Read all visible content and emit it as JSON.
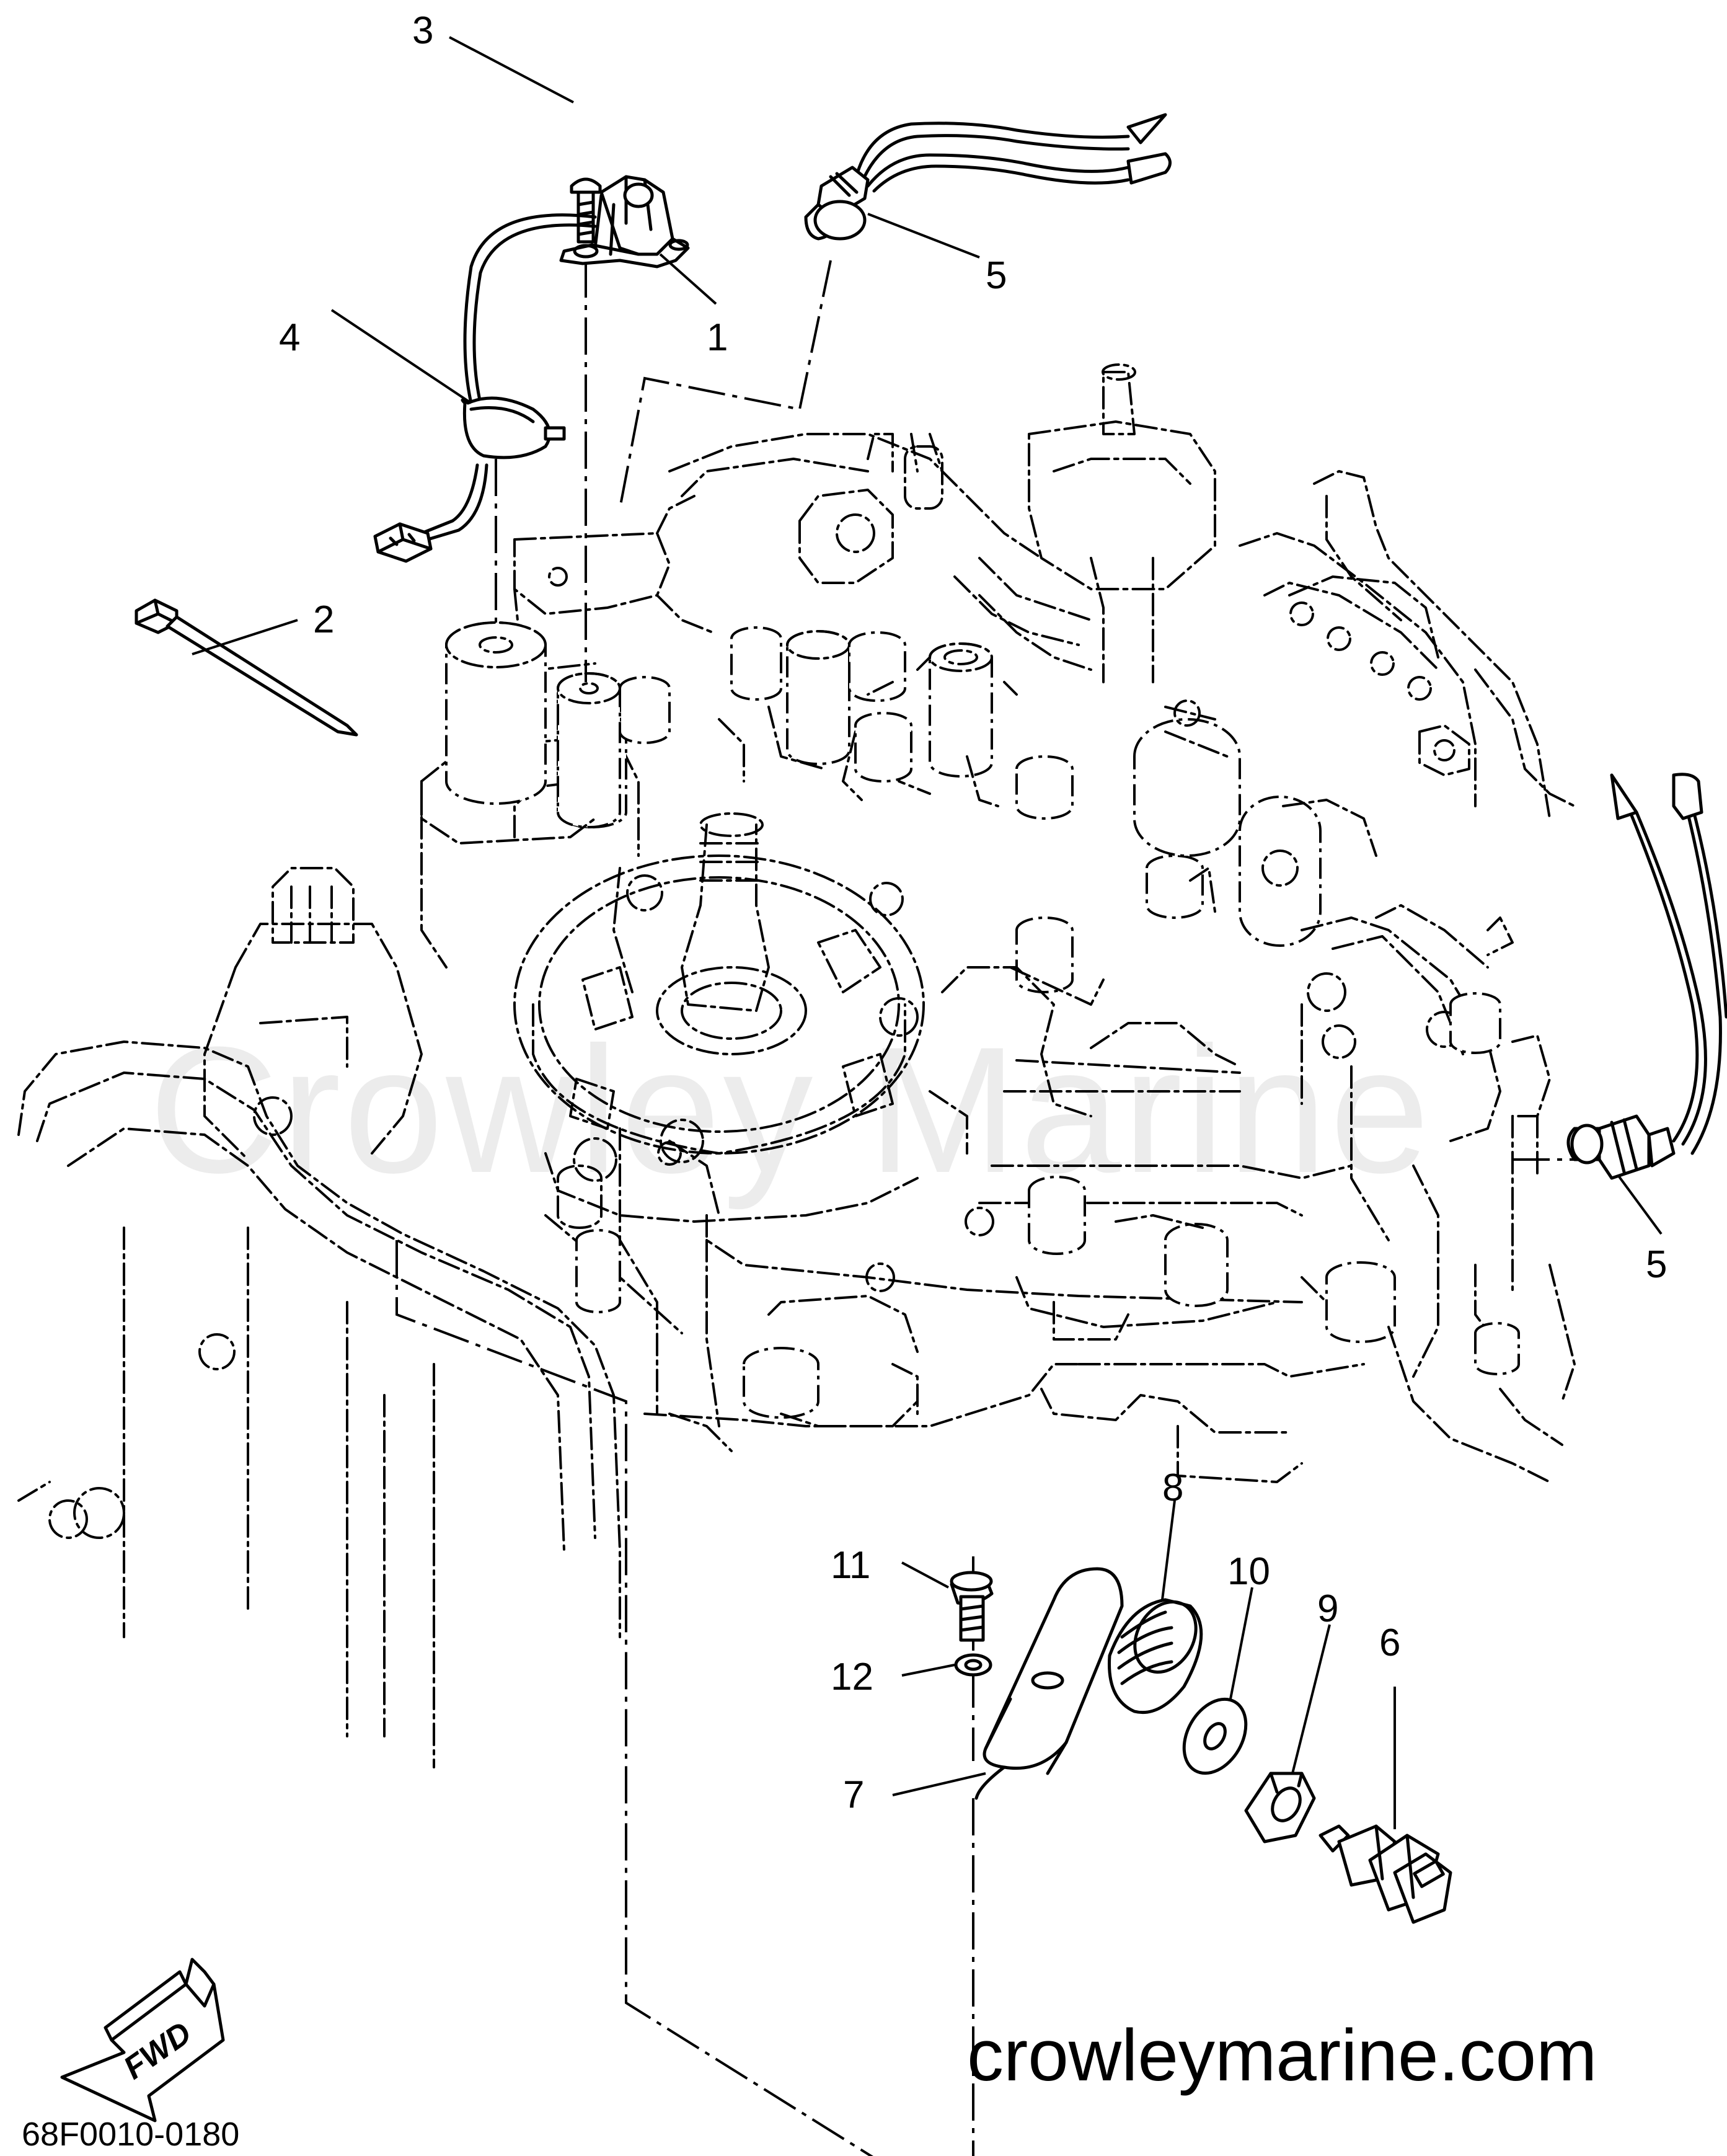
{
  "watermark": "Crowley Marine",
  "website": "crowleymarine.com",
  "diagram_code": "68F0010-0180",
  "direction_arrow": "FWD",
  "callouts": [
    "1",
    "2",
    "3",
    "4",
    "5",
    "5",
    "6",
    "7",
    "8",
    "9",
    "10",
    "11",
    "12"
  ]
}
